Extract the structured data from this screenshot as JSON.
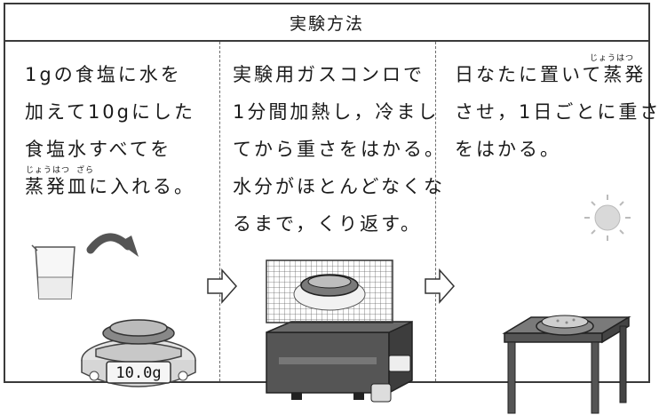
{
  "title": "実験方法",
  "steps": [
    {
      "lines": [
        "1gの食塩に水を",
        "加えて10gにした",
        "食塩水すべてを",
        "蒸発皿に入れる。"
      ],
      "ruby": [
        {
          "text": "じょうはつ"
        },
        {
          "text": "ざら"
        }
      ]
    },
    {
      "lines": [
        "実験用ガスコンロで",
        "1分間加熱し，冷まし",
        "てから重さをはかる。",
        "水分がほとんどなくな",
        "るまで，くり返す。"
      ]
    },
    {
      "lines": [
        "日なたに置いて蒸発",
        "させ，1日ごとに重さ",
        "をはかる。"
      ],
      "ruby": [
        {
          "text": "じょうはつ"
        }
      ]
    }
  ],
  "scale_display": "10.0g",
  "icons": [
    "beaker-icon",
    "curved-arrow-icon",
    "electronic-scale-icon",
    "evaporating-dish-icon",
    "right-arrow-icon",
    "gas-stove-icon",
    "wire-gauze-icon",
    "sun-icon",
    "table-icon"
  ],
  "colors": {
    "line": "#3a3a3a",
    "stove": "#4a4a4a",
    "sun": "#d9d9d9"
  }
}
